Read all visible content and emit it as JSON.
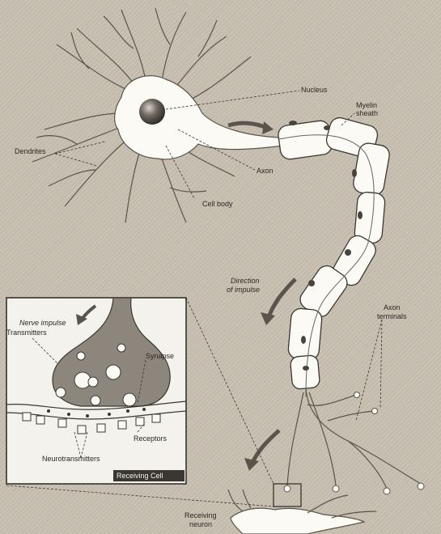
{
  "labels": {
    "nucleus": "Nucleus",
    "myelin_line1": "Myelin",
    "myelin_line2": "sheath",
    "dendrites": "Dendrites",
    "axon": "Axon",
    "cell_body": "Cell body",
    "direction_line1": "Direction",
    "direction_line2": "of impulse",
    "axon_terminals_line1": "Axon",
    "axon_terminals_line2": "terminals",
    "receiving_line1": "Receiving",
    "receiving_line2": "neuron"
  },
  "inset": {
    "nerve_impulse": "Nerve impulse",
    "transmitters": "Transmitters",
    "synapse": "Synapse",
    "receptors": "Receptors",
    "neurotransmitters": "Neurotransmitters",
    "receiving_cell": "Receiving Cell"
  },
  "colors": {
    "background": "#c8c1b2",
    "membrane": "#fbfaf5",
    "outline": "#5a5349",
    "nucleus": "#4a4540",
    "arrow": "#5a544c",
    "inset_caption_bg": "#3a3632"
  }
}
